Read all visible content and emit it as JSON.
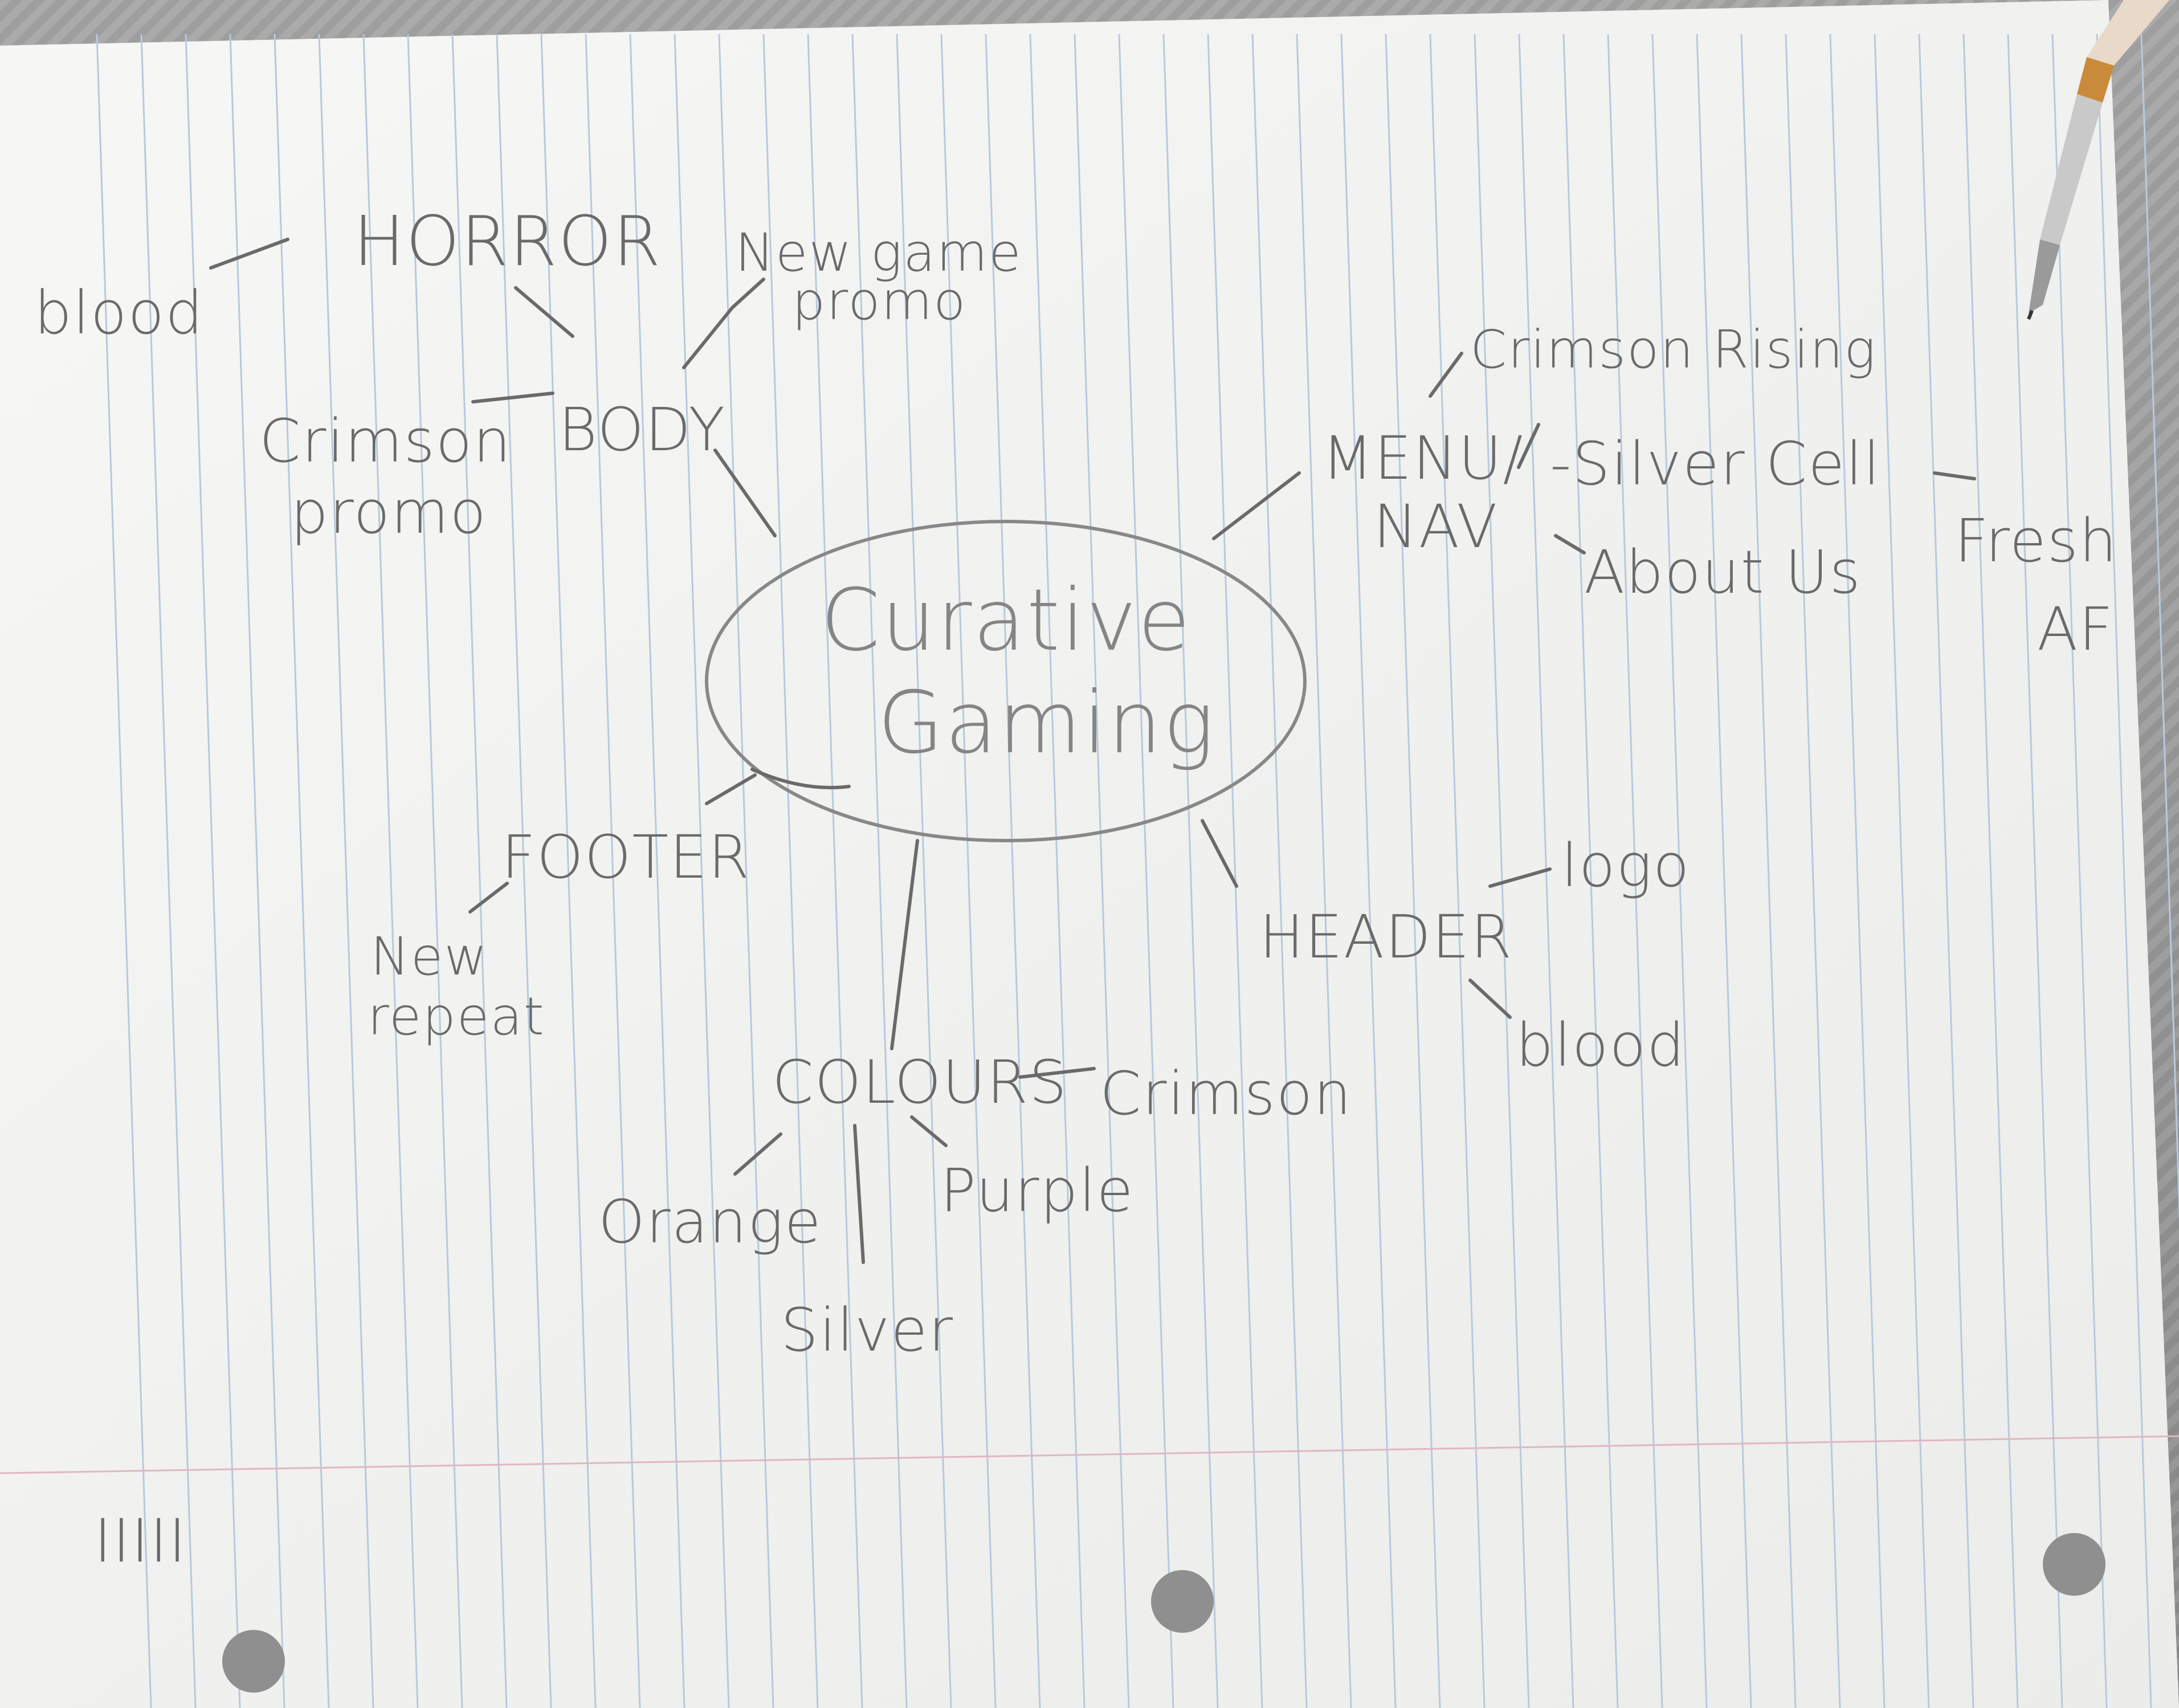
{
  "center": {
    "line1": "Curative",
    "line2": "Gaming"
  },
  "branches": {
    "body": {
      "label": "BODY",
      "children": {
        "horror": "HORROR",
        "horror_child": "blood",
        "new_game": "New game",
        "new_game_2": "promo",
        "crimson_promo": "Crimson",
        "crimson_promo_2": "promo"
      }
    },
    "menu": {
      "label_1": "MENU/",
      "label_2": "NAV",
      "children": {
        "crimson_rising": "Crimson Rising",
        "silver_cell": "-Silver Cell",
        "silver_cell_note_1": "Fresh",
        "silver_cell_note_2": "AF",
        "about_us": "About Us"
      }
    },
    "footer": {
      "label": "FOOTER",
      "children": {
        "note_1": "New",
        "note_2": "repeat"
      }
    },
    "header": {
      "label": "HEADER",
      "children": {
        "logo": "logo",
        "blood": "blood"
      }
    },
    "colours": {
      "label": "COLOURS",
      "children": {
        "crimson": "Crimson",
        "purple": "Purple",
        "orange": "Orange",
        "silver": "Silver"
      }
    }
  },
  "tally": "IIIII"
}
